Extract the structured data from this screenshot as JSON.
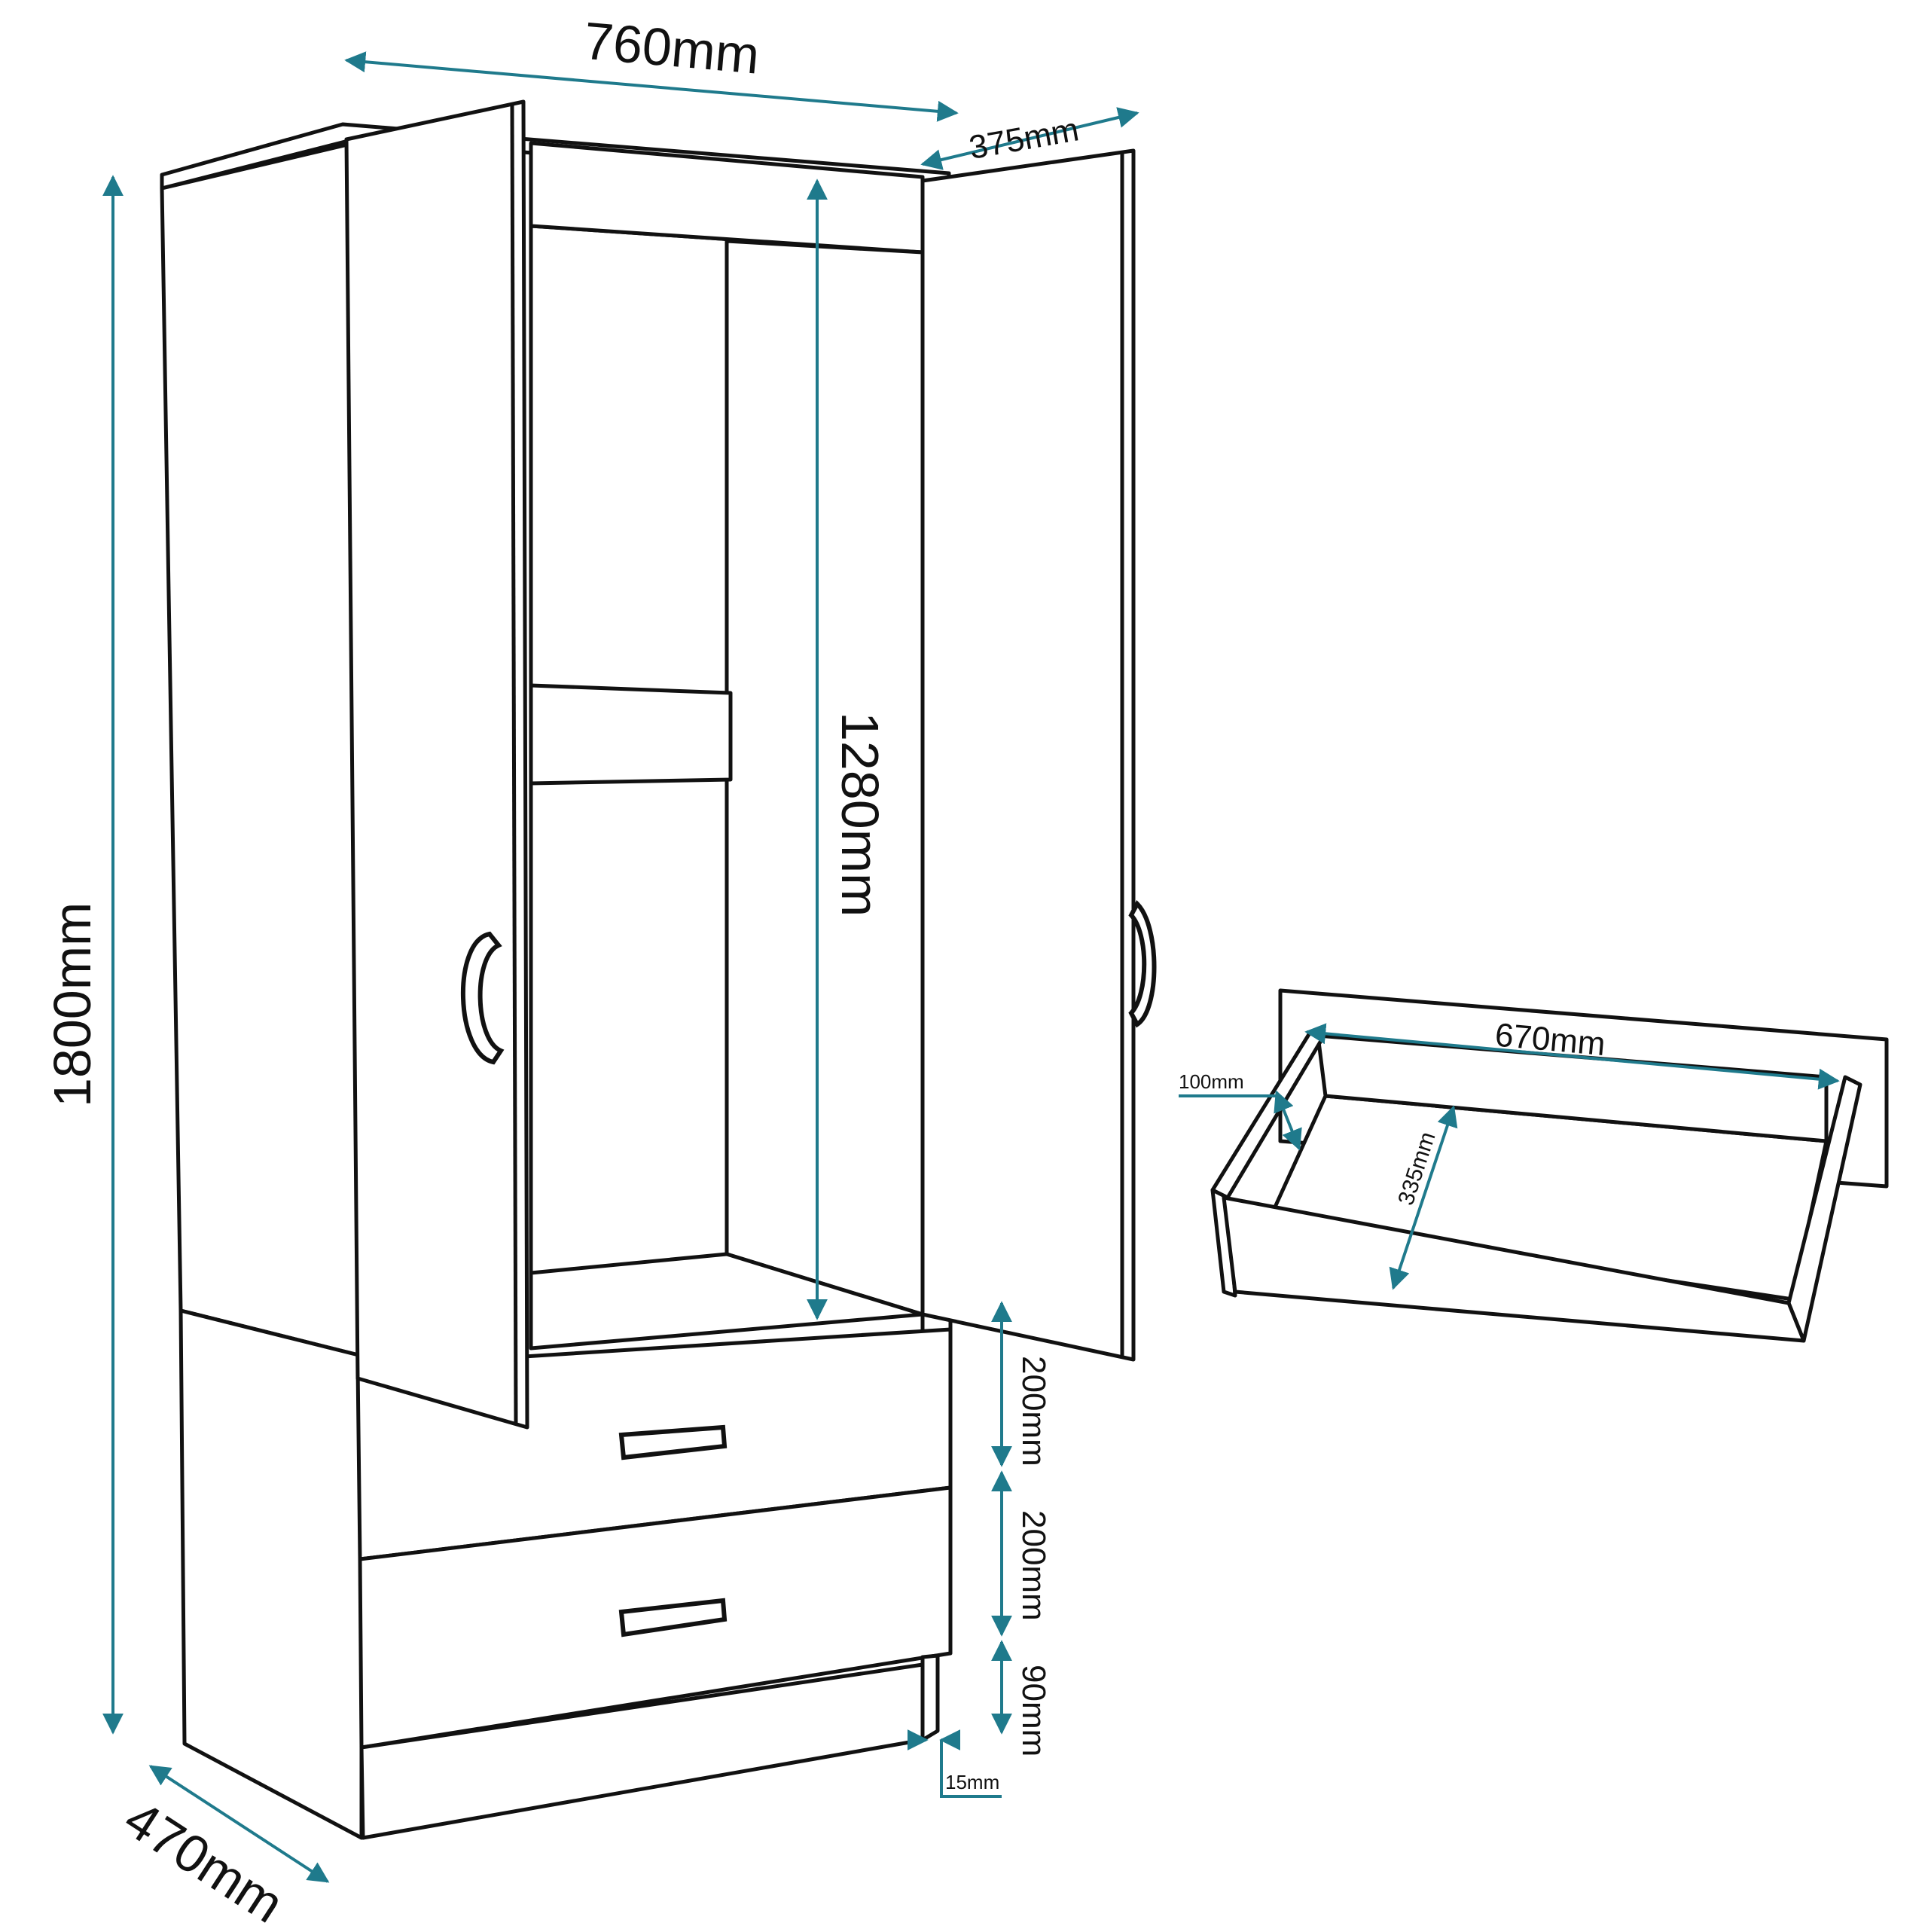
{
  "colors": {
    "dimension_line": "#1f7a8c",
    "outline": "#111111",
    "panel_fill": "#ffffff",
    "shadow": "#d9d9d9"
  },
  "dimensions": {
    "width": "760mm",
    "depth": "375mm",
    "height": "1800mm",
    "hanging_height": "1280mm",
    "base_depth": "470mm",
    "drawer_1_height": "200mm",
    "drawer_2_height": "200mm",
    "plinth_height": "90mm",
    "plinth_inset": "15mm",
    "drawer_width": "670mm",
    "drawer_depth": "335mm",
    "drawer_inner_height": "100mm"
  }
}
